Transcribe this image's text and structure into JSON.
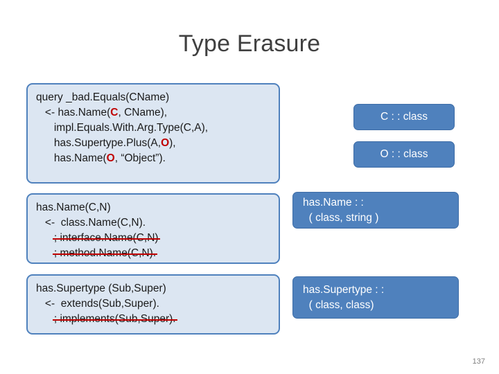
{
  "slide": {
    "title": "Type Erasure",
    "page_number": "137"
  },
  "code_boxes": [
    {
      "name": "query-bad-equals",
      "lines": [
        {
          "text": "query _bad.Equals(CName)",
          "indent": 0
        },
        {
          "text": "<- has.Name(C, CName),",
          "indent": 1,
          "highlight": "C"
        },
        {
          "text": "impl.Equals.With.Arg.Type(C,A),",
          "indent": 2
        },
        {
          "text": "has.Supertype.Plus(A,O),",
          "indent": 2,
          "highlight": "O"
        },
        {
          "text": "has.Name(O, “Object”).",
          "indent": 2,
          "highlight": "O"
        }
      ]
    },
    {
      "name": "has-name-rule",
      "lines": [
        {
          "text": "has.Name(C,N)",
          "indent": 0
        },
        {
          "text": "<-  class.Name(C,N).",
          "indent": 1
        },
        {
          "text": "; interface.Name(C,N)",
          "indent": 2,
          "struck": true
        },
        {
          "text": "; method.Name(C,N).",
          "indent": 2,
          "struck": true
        }
      ]
    },
    {
      "name": "has-supertype-rule",
      "lines": [
        {
          "text": "has.Supertype (Sub,Super)",
          "indent": 0
        },
        {
          "text": "<-  extends(Sub,Super).",
          "indent": 1
        },
        {
          "text": "; implements(Sub,Super).",
          "indent": 2,
          "struck": true
        }
      ]
    }
  ],
  "labels": {
    "c_class": "C : : class",
    "o_class": "O : : class",
    "has_name": "has.Name : :\n  ( class, string )",
    "has_supertype": "has.Supertype : :\n  ( class, class)"
  }
}
